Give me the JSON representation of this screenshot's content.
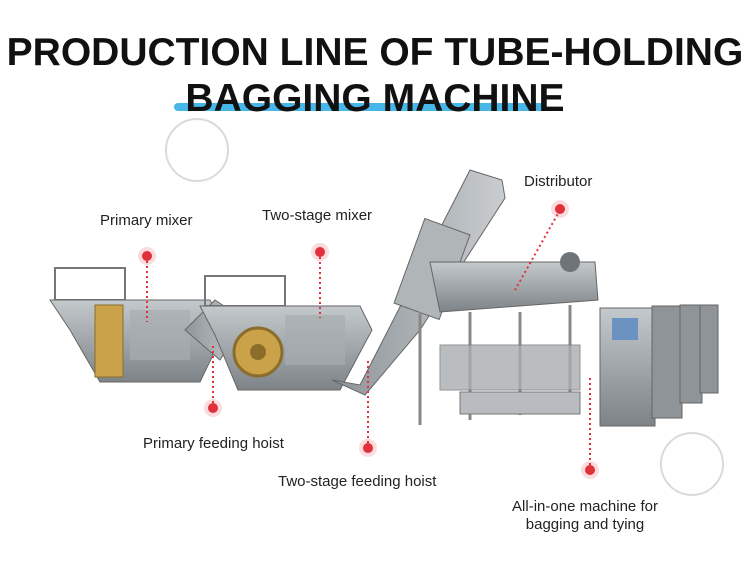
{
  "title": {
    "line1": "PRODUCTION LINE OF TUBE-HOLDING",
    "line2": "BAGGING MACHINE",
    "accent_color": "#47b6e8"
  },
  "labels": {
    "primary_mixer": "Primary mixer",
    "two_stage_mixer": "Two-stage mixer",
    "distributor": "Distributor",
    "primary_feeding_hoist": "Primary feeding hoist",
    "two_stage_feeding_hoist": "Two-stage feeding hoist",
    "all_in_one_line1": "All-in-one machine for",
    "all_in_one_line2": "bagging and tying"
  },
  "colors": {
    "marker": "#e0303a",
    "steel": "#9ea4a8",
    "steel_dark": "#6e7478",
    "wheel": "#c9a24a"
  }
}
